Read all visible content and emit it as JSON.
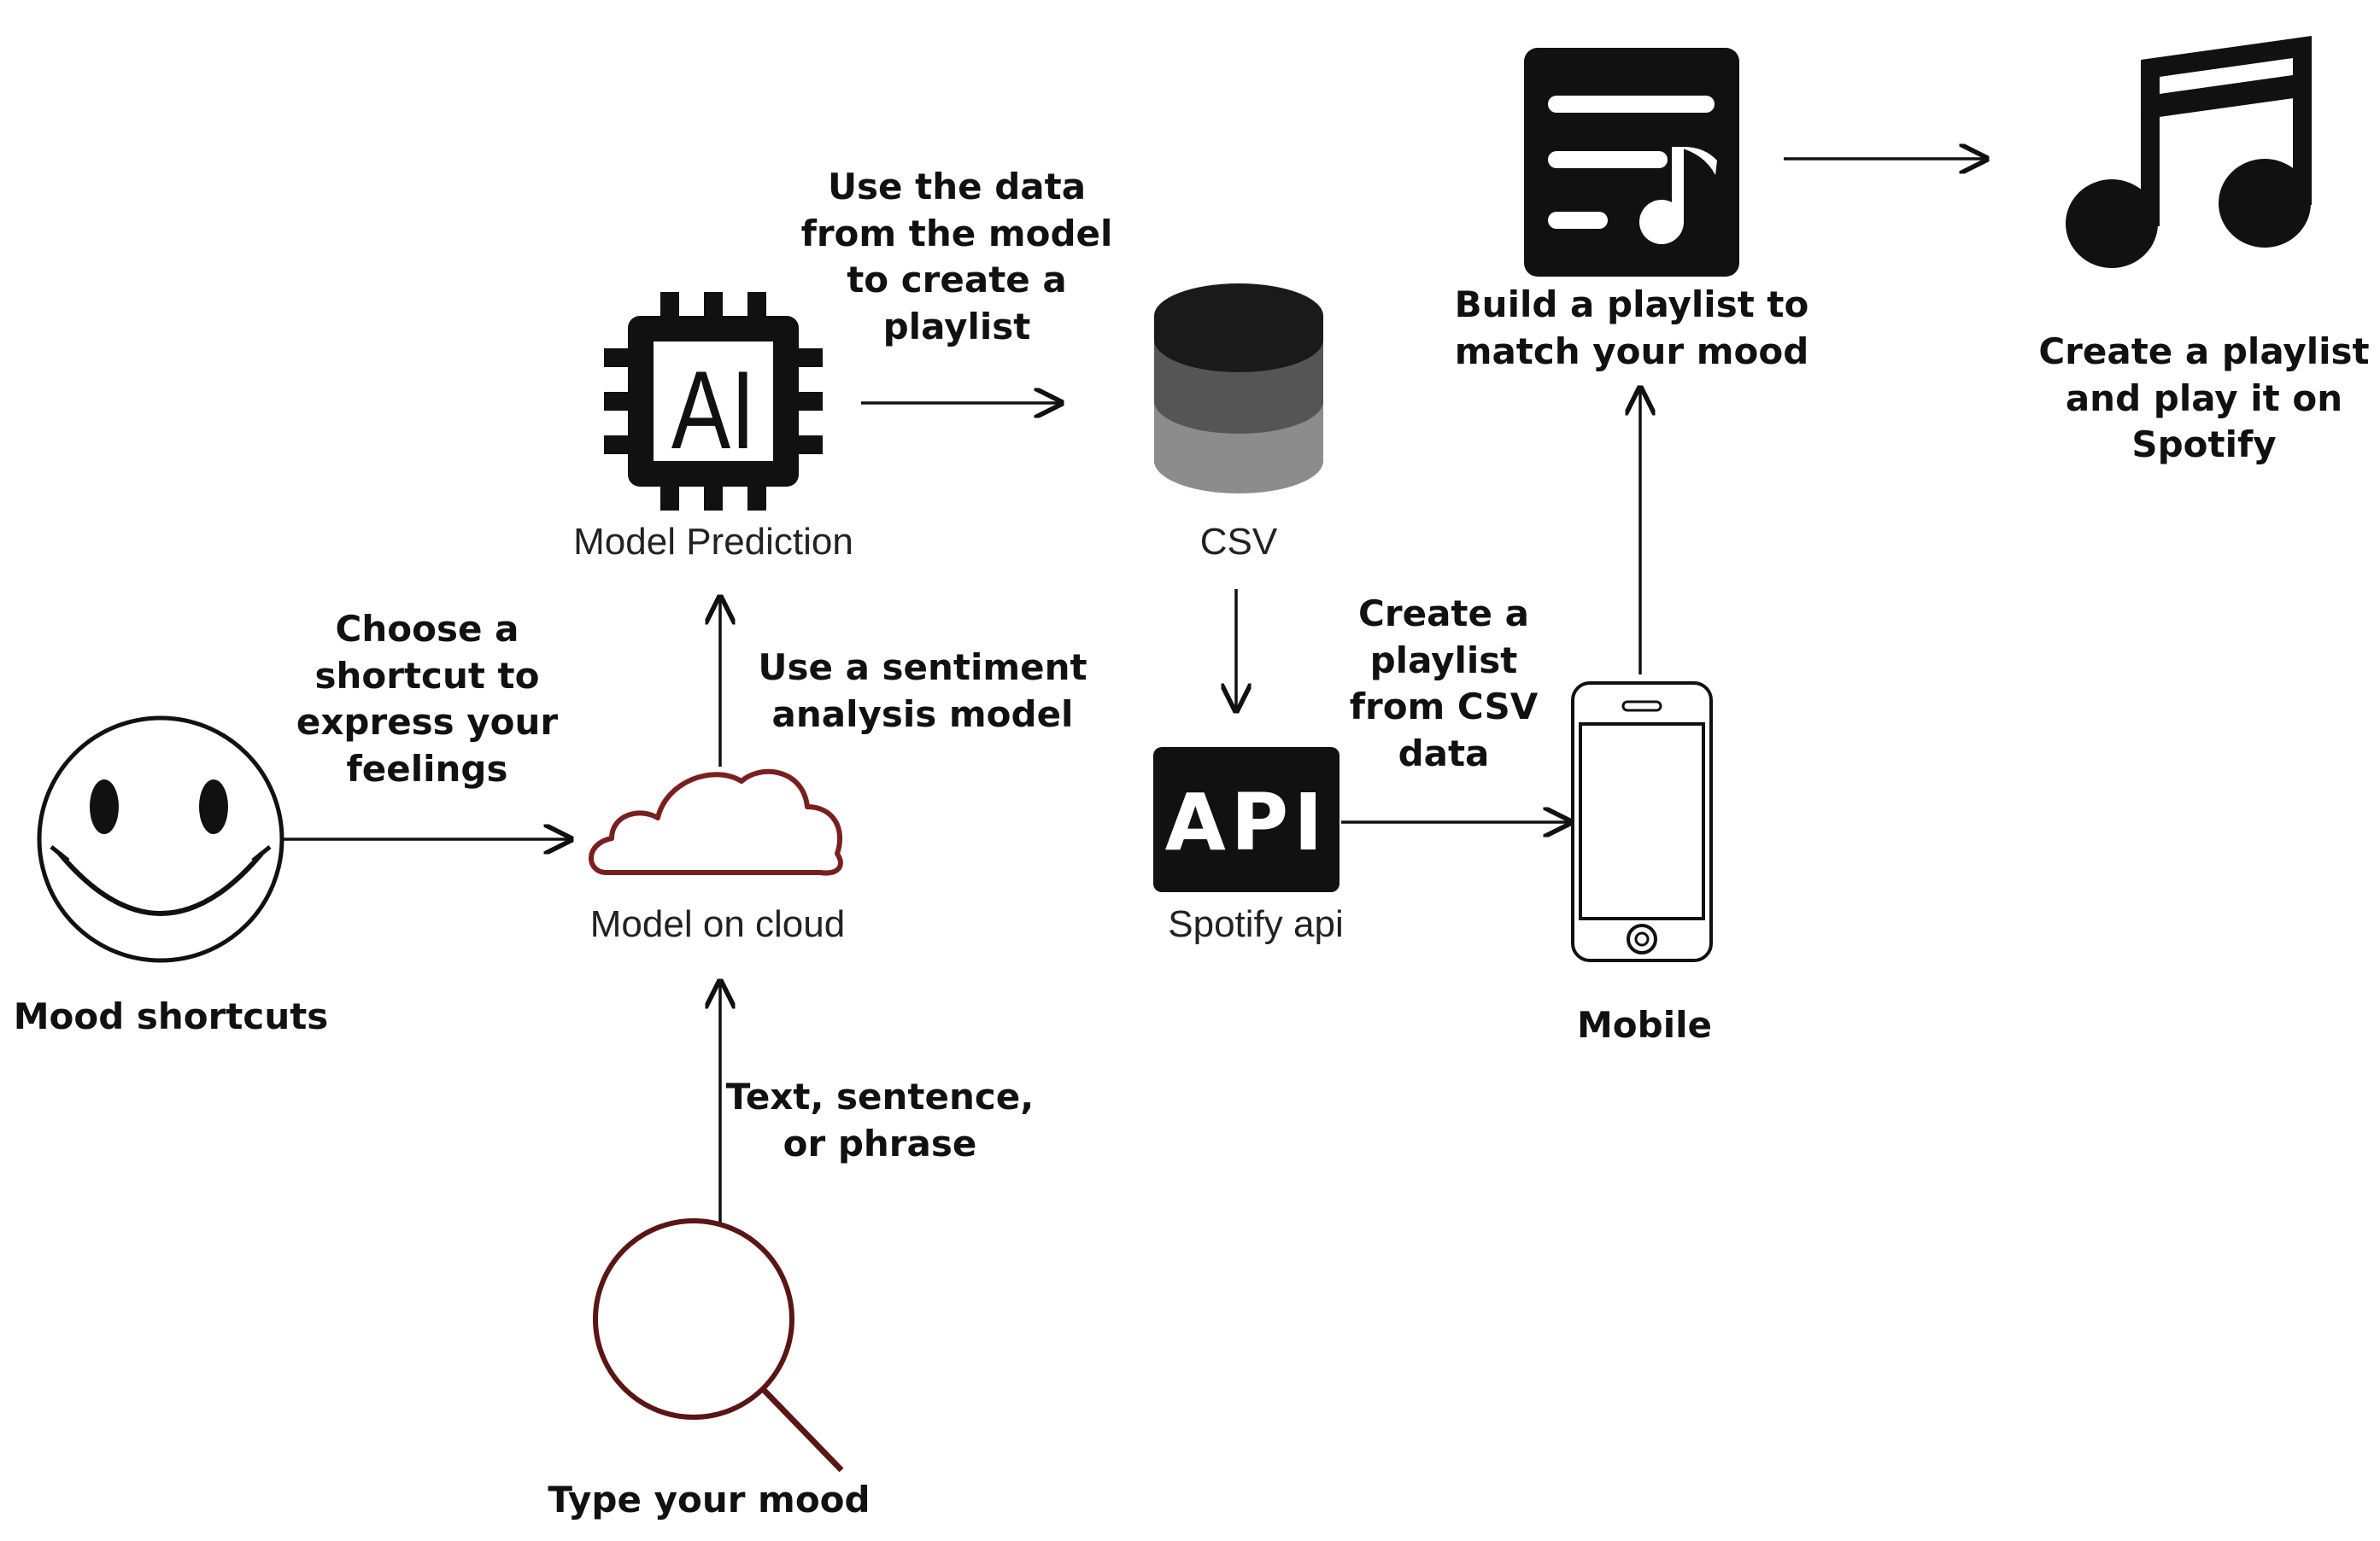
{
  "nodes": {
    "mood_shortcuts": {
      "label": "Mood shortcuts",
      "icon": "smiley-face-icon"
    },
    "type_your_mood": {
      "label": "Type your mood",
      "icon": "magnifier-icon"
    },
    "model_on_cloud": {
      "label": "Model on cloud",
      "icon": "cloud-icon"
    },
    "model_prediction": {
      "label": "Model Prediction",
      "icon": "ai-chip-icon",
      "icon_text": "AI"
    },
    "csv": {
      "label": "CSV",
      "icon": "database-icon"
    },
    "spotify_api": {
      "label": "Spotify api",
      "icon": "api-icon",
      "icon_text": "API"
    },
    "mobile": {
      "label": "Mobile",
      "icon": "smartphone-icon"
    },
    "build_playlist": {
      "label": "Build a playlist to\nmatch your mood",
      "icon": "playlist-icon"
    },
    "create_playlist": {
      "label": "Create a playlist\nand play it on\nSpotify",
      "icon": "music-notes-icon"
    }
  },
  "edges": {
    "shortcut_to_cloud": "Choose a\nshortcut to\nexpress your\nfeelings",
    "text_to_cloud": "Text, sentence,\nor phrase",
    "cloud_to_prediction": "Use a sentiment\nanalysis model",
    "prediction_to_csv": "Use the data\nfrom the model\nto create a\nplaylist",
    "api_to_mobile": "Create a\nplaylist\nfrom CSV\ndata"
  },
  "colors": {
    "ink": "#111111",
    "cloud_outline": "#7a1f1f",
    "magnifier_outline": "#5a1515",
    "db_top": "#1a1a1a",
    "db_mid": "#555555",
    "db_bottom": "#8c8c8c"
  }
}
